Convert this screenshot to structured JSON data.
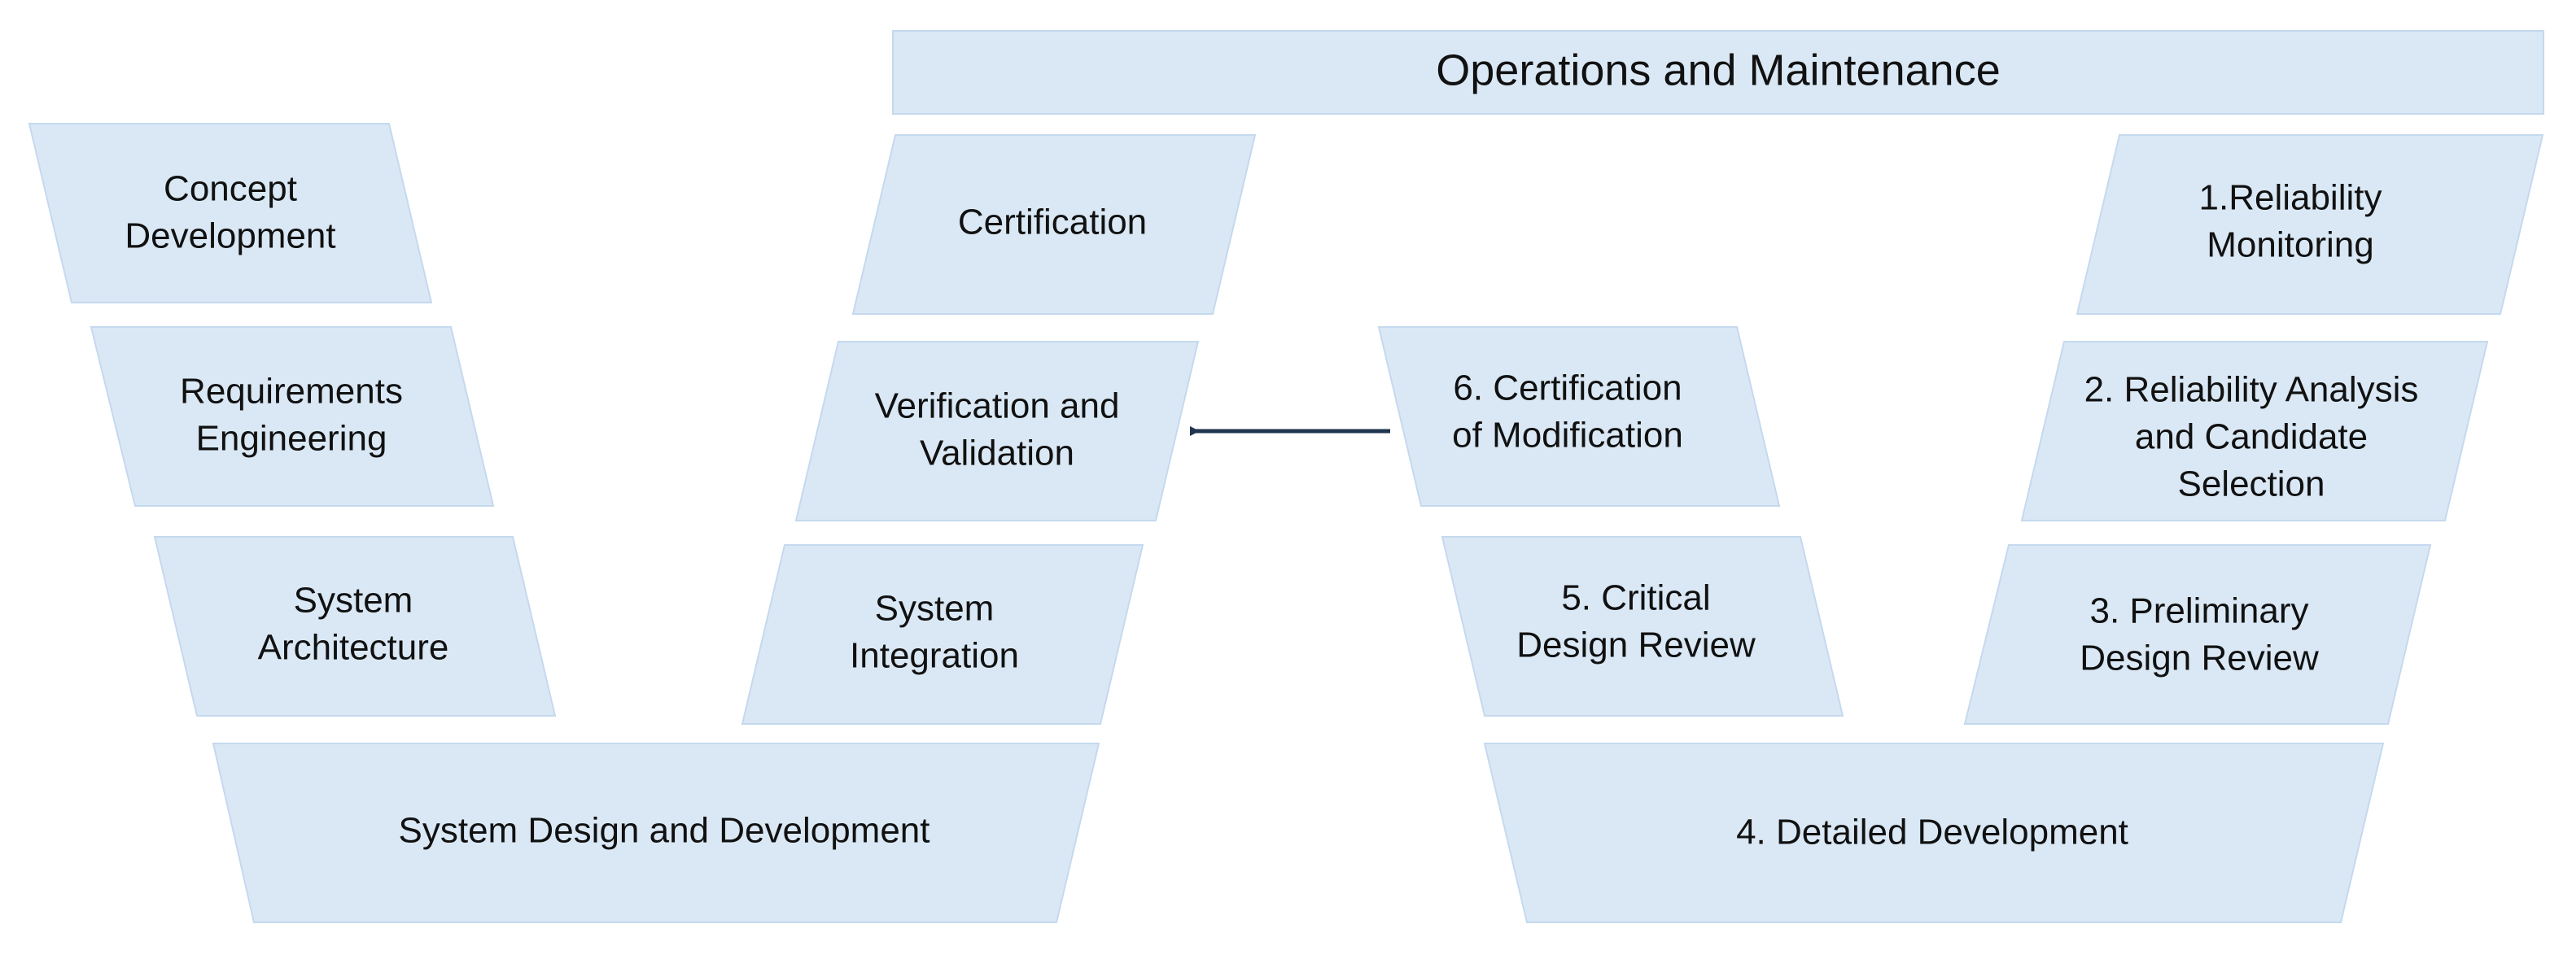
{
  "colors": {
    "box_fill": "#dae8f5",
    "arrow": "#1f3550"
  },
  "banner": {
    "title": "Operations and Maintenance"
  },
  "left_v": {
    "concept_development": [
      "Concept",
      "Development"
    ],
    "requirements_engineering": [
      "Requirements",
      "Engineering"
    ],
    "system_architecture": [
      "System",
      "Architecture"
    ],
    "system_design_and_development": [
      "System Design and Development"
    ],
    "system_integration": [
      "System",
      "Integration"
    ],
    "verification_and_validation": [
      "Verification  and",
      "Validation"
    ],
    "certification": [
      "Certification"
    ]
  },
  "right_v": {
    "certification_of_modification": [
      "6. Certification",
      "of Modification"
    ],
    "critical_design_review": [
      "5. Critical",
      "Design Review"
    ],
    "detailed_development": [
      "4. Detailed Development"
    ],
    "preliminary_design_review": [
      "3. Preliminary",
      "Design Review"
    ],
    "reliability_analysis": [
      "2. Reliability Analysis",
      "and Candidate",
      "Selection"
    ],
    "reliability_monitoring": [
      "1.Reliability",
      "Monitoring"
    ]
  }
}
